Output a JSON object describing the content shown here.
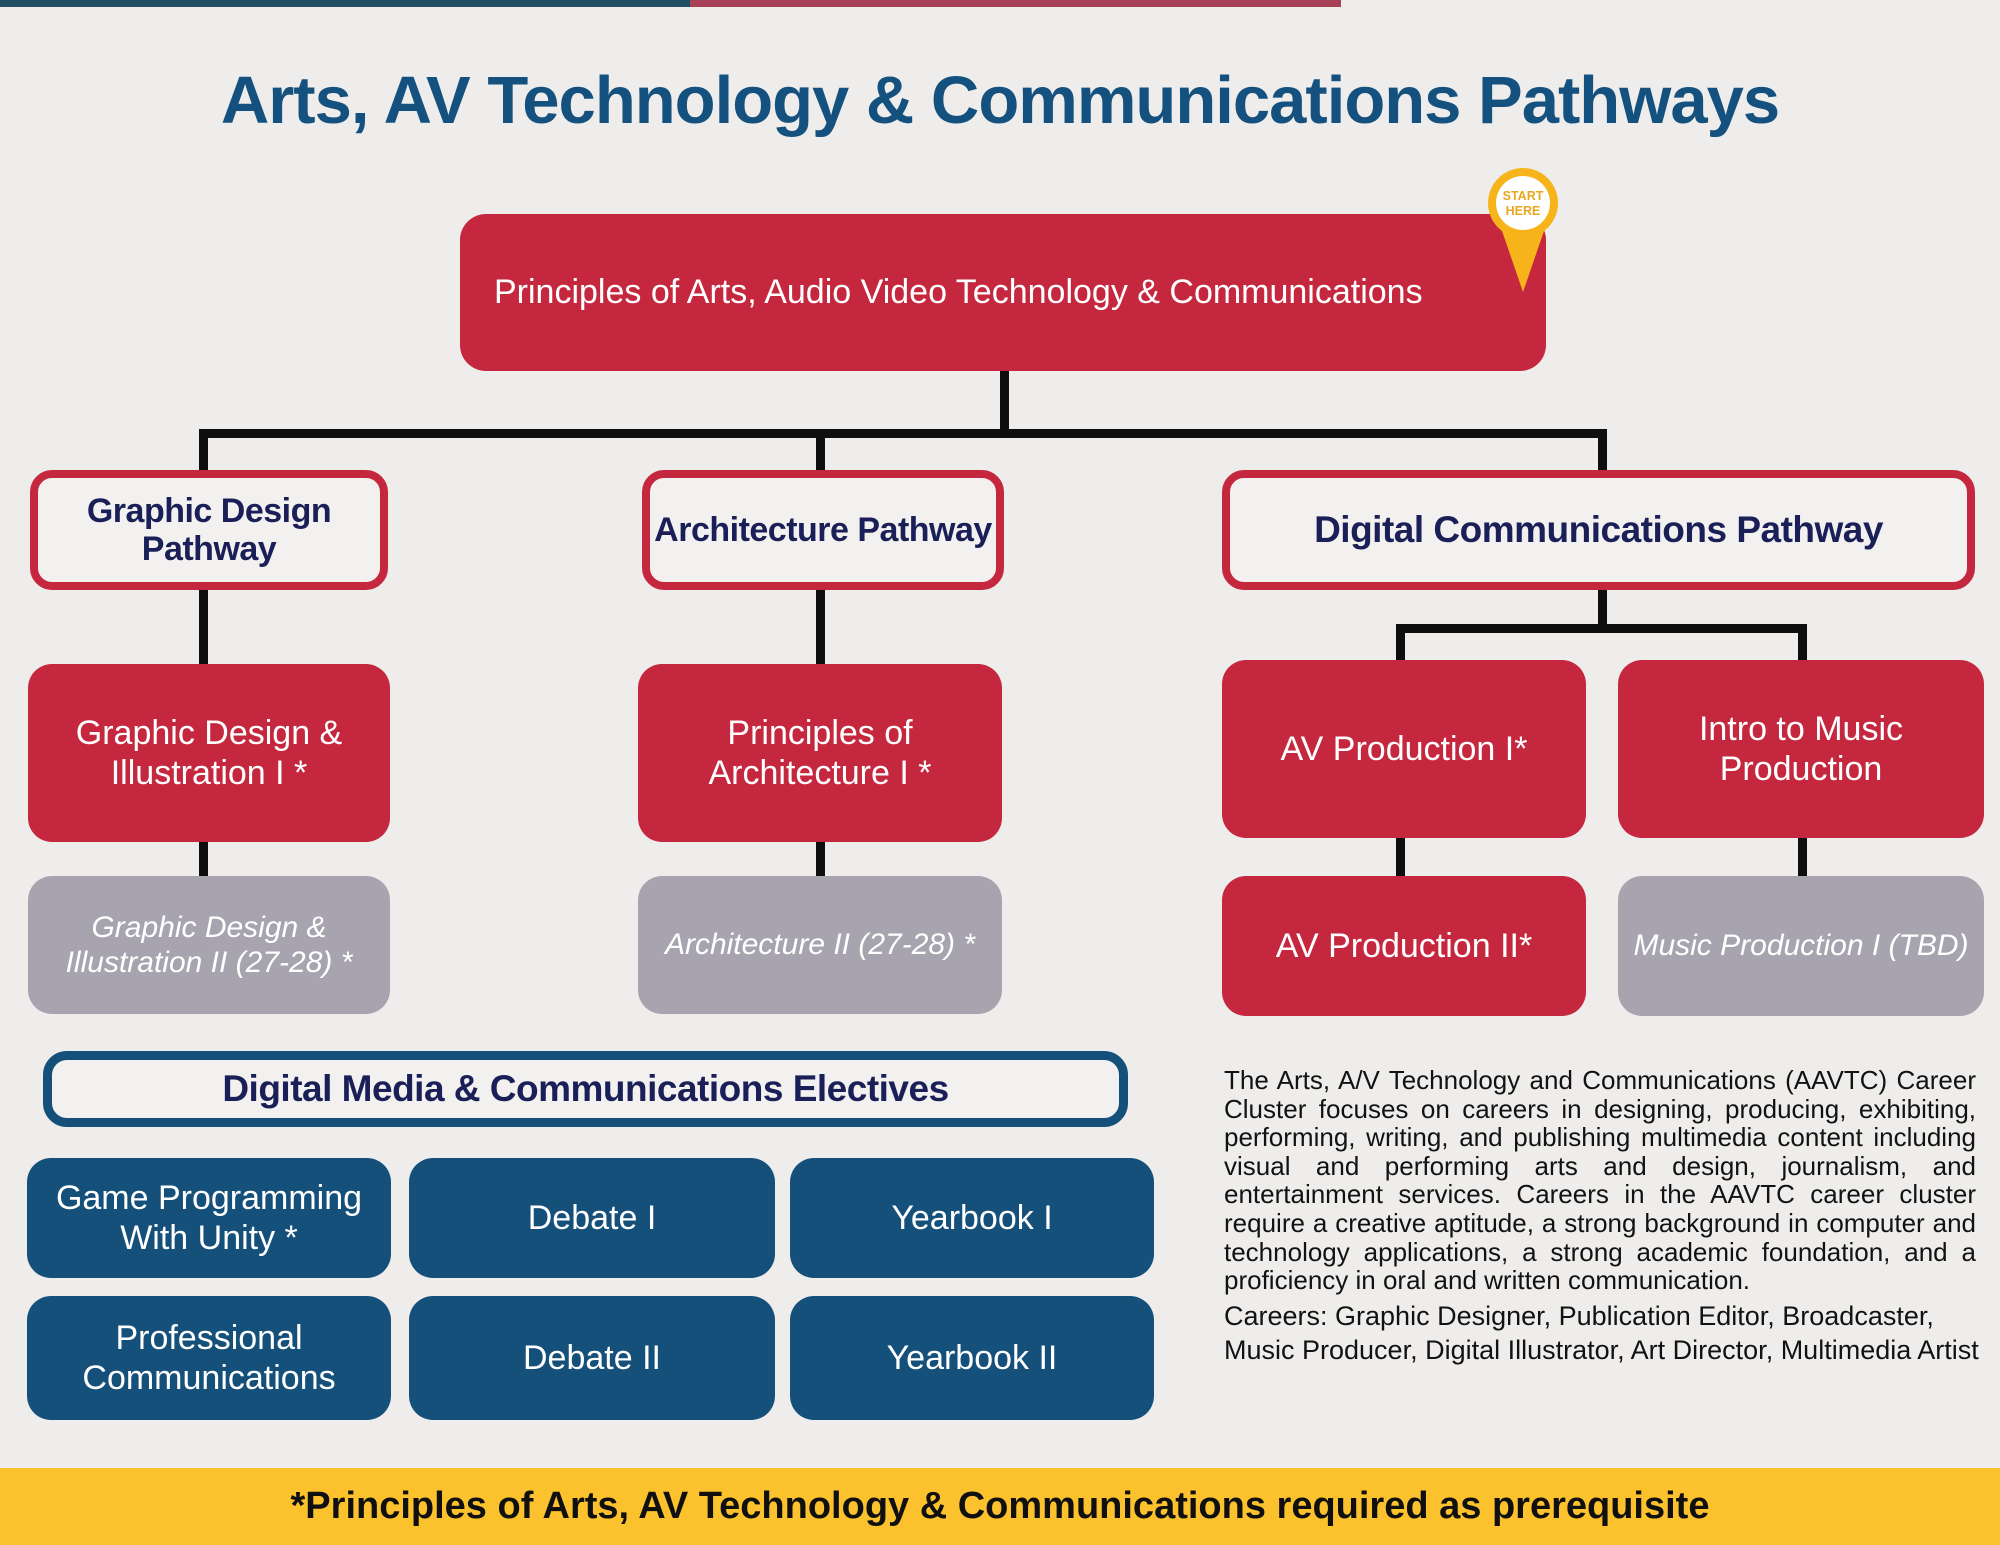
{
  "header": {
    "title": "Arts, AV Technology & Communications Pathways"
  },
  "start_pin": {
    "line1": "START",
    "line2": "HERE"
  },
  "root_course": "Principles of Arts, Audio Video Technology & Communications",
  "pathways": [
    {
      "name": "Graphic Design Pathway",
      "courses": [
        "Graphic Design & Illustration I *",
        "Graphic Design & Illustration II (27-28) *"
      ]
    },
    {
      "name": "Architecture Pathway",
      "courses": [
        "Principles of Architecture I *",
        "Architecture II (27-28) *"
      ]
    },
    {
      "name": "Digital Communications Pathway",
      "columns": [
        [
          "AV Production I*",
          "AV Production II*"
        ],
        [
          "Intro to Music Production",
          "Music Production I (TBD)"
        ]
      ]
    }
  ],
  "electives": {
    "title": "Digital Media & Communications Electives",
    "row1": [
      "Game Programming With Unity *",
      "Debate I",
      "Yearbook I"
    ],
    "row2": [
      "Professional Communications",
      "Debate II",
      "Yearbook II"
    ]
  },
  "about": {
    "paragraph": "The Arts, A/V Technology and Communications (AAVTC) Career Cluster focuses on careers in designing, producing, exhibiting, performing, writing, and publishing multimedia content including visual and performing arts and design, journalism, and entertainment services. Careers in the AAVTC career cluster require a creative aptitude, a strong background in computer and technology applications, a strong academic foundation, and a proficiency in oral and written communication.",
    "careers_line1": "Careers: Graphic Designer, Publication Editor, Broadcaster,",
    "careers_line2": "Music Producer, Digital Illustrator, Art Director, Multimedia Artist"
  },
  "footer": {
    "note": "*Principles of Arts, AV Technology & Communications required as prerequisite"
  },
  "colors": {
    "background": "#EEEDEB",
    "course_red": "#C5283E",
    "future_gray": "#A7A4AF",
    "elective_navy": "#15507B",
    "title_blue": "#15517F",
    "label_navy": "#1A2057",
    "pin_gold": "#F7B41A",
    "footer_yellow": "#FCC22E",
    "topbar_left": "#204F65",
    "topbar_right": "#A84158",
    "connector_black": "#0E0E0E"
  }
}
